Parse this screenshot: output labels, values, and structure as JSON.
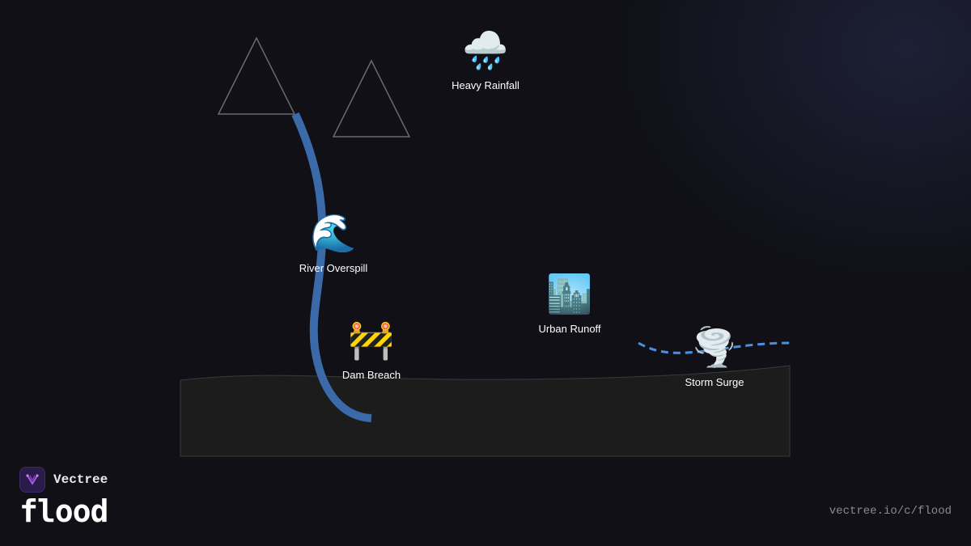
{
  "diagram": {
    "nodes": [
      {
        "id": "rainfall",
        "label": "Heavy Rainfall",
        "icon": "rain-cloud-icon",
        "glyph": "🌧️"
      },
      {
        "id": "river",
        "label": "River Overspill",
        "icon": "wave-icon",
        "glyph": "🌊"
      },
      {
        "id": "dam",
        "label": "Dam Breach",
        "icon": "construction-barrier-icon",
        "glyph": "🚧"
      },
      {
        "id": "urban",
        "label": "Urban Runoff",
        "icon": "city-icon",
        "glyph": "🏙️"
      },
      {
        "id": "surge",
        "label": "Storm Surge",
        "icon": "tornado-icon",
        "glyph": "🌪️"
      }
    ],
    "colors": {
      "river": "#3a6aa8",
      "surge_line": "#4a90e2",
      "land": "#1c1c1c",
      "mountain_stroke": "#6a6a70"
    }
  },
  "brand": {
    "name": "Vectree",
    "topic": "flood",
    "url": "vectree.io/c/flood"
  }
}
